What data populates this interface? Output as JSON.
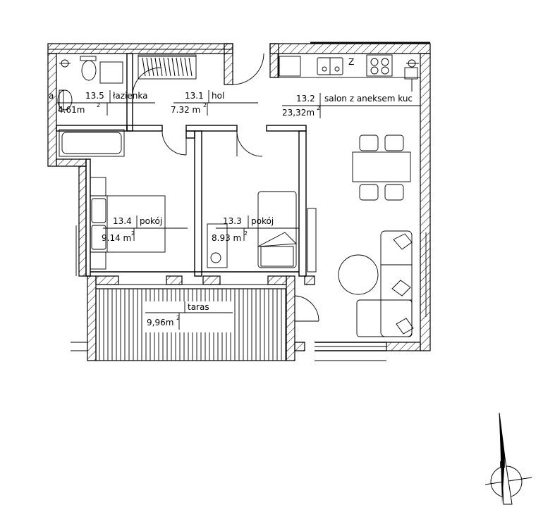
{
  "rooms": [
    {
      "id": "r135",
      "num": "13.5",
      "name": "łazienka",
      "area": "4.61m",
      "sup": "2"
    },
    {
      "id": "r131",
      "num": "13.1",
      "name": "hol",
      "area": "7.32 m",
      "sup": "2"
    },
    {
      "id": "r132",
      "num": "13.2",
      "name": "salon z aneksem kuc",
      "area": "23,32m",
      "sup": "2"
    },
    {
      "id": "r134",
      "num": "13.4",
      "name": "pokój",
      "area": "9.14 m",
      "sup": "2"
    },
    {
      "id": "r133",
      "num": "13.3",
      "name": "pokój",
      "area": "8.93 m",
      "sup": "2"
    },
    {
      "id": "taras",
      "num": "",
      "name": "taras",
      "area": "9,96m",
      "sup": "2"
    }
  ],
  "labels": {
    "fridge": "Z",
    "bath_edge": "a",
    "compass": "N"
  }
}
